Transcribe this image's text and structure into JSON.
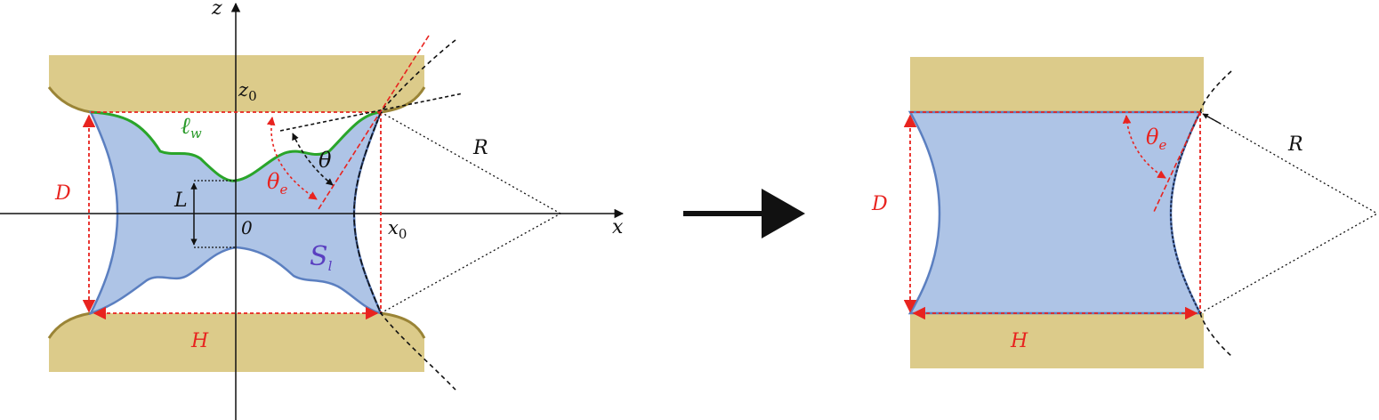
{
  "left_panel": {
    "axis_z": "z",
    "axis_x": "x",
    "origin": "0",
    "z0": {
      "main": "z",
      "sub": "0"
    },
    "x0": {
      "main": "x",
      "sub": "0"
    },
    "lw": {
      "main": "ℓ",
      "sub": "w"
    },
    "sl": {
      "main": "S",
      "sub": "l"
    },
    "L": "L",
    "D": "D",
    "H": "H",
    "R": "R",
    "theta": "θ",
    "theta_e": {
      "main": "θ",
      "sub": "e"
    }
  },
  "right_panel": {
    "D": "D",
    "H": "H",
    "R": "R",
    "theta_e": {
      "main": "θ",
      "sub": "e"
    }
  },
  "colors": {
    "plate": "#dccb8a",
    "plate_edge": "#9a8436",
    "liquid": "#aec4e6",
    "liquid_edge": "#5b7fc0",
    "wall_line": "#2aa52a",
    "dimension": "#e8231f",
    "construction": "#111111"
  }
}
